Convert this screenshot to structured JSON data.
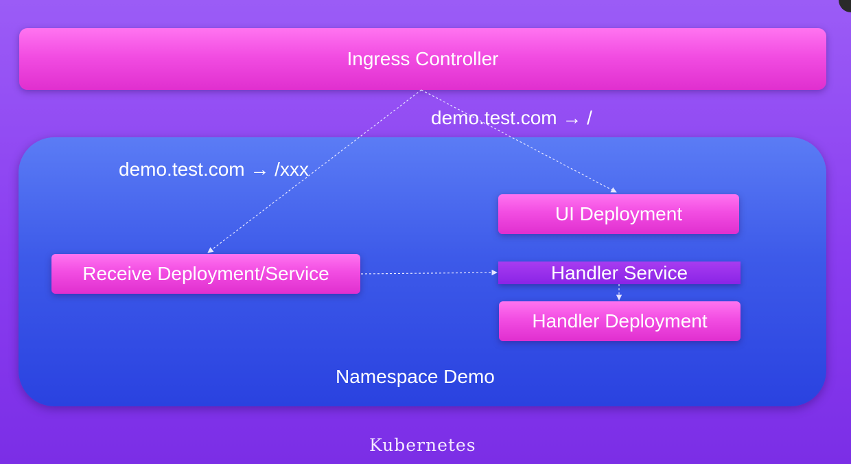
{
  "ingress": {
    "label": "Ingress Controller"
  },
  "routes": {
    "root": "demo.test.com → /",
    "xxx": "demo.test.com → /xxx"
  },
  "namespace": {
    "label": "Namespace Demo",
    "ui_deployment": "UI Deployment",
    "receive": "Receive Deployment/Service",
    "handler_service": "Handler Service",
    "handler_deployment": "Handler Deployment"
  },
  "footer": {
    "label": "Kubernetes"
  },
  "colors": {
    "background": "#8a3df0",
    "pink_box": "#f24de2",
    "namespace_box": "#3d5ae9",
    "handler_service_box": "#8a24e6",
    "arrow": "#e6e6ff"
  }
}
